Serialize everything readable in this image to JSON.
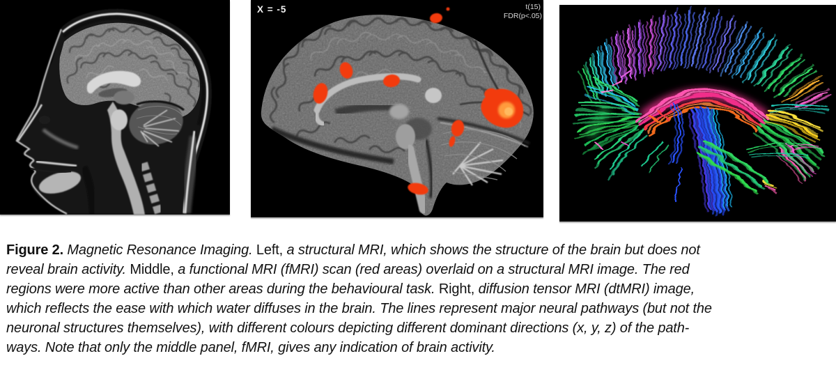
{
  "figure": {
    "fmri_overlay": {
      "slice_label": "X = -5",
      "stat_line_1": "t(15)",
      "stat_line_2": "FDR(p<.05)",
      "activation_color": "#f23a0d",
      "activation_core_color": "#ff9b3d"
    },
    "colors": {
      "page_bg": "#ffffff",
      "panel_bg": "#000000",
      "caption_text": "#121212",
      "mri_gray": "#8a8a8a"
    },
    "dti_palette": [
      "#f02f8a",
      "#f03a44",
      "#f06a1f",
      "#4b5be0",
      "#8a5bee",
      "#c84fd8",
      "#2fc8e8",
      "#2ad398",
      "#2fd96a",
      "#ffe23c"
    ]
  },
  "caption": {
    "lines": [
      {
        "runs": [
          {
            "t": "Figure 2."
          },
          {
            "t": " Magnetic Resonance Imaging. "
          },
          {
            "t": "Left,"
          },
          {
            "t": " a structural MRI, which shows the structure of the brain but does not"
          }
        ]
      },
      {
        "runs": [
          {
            "t": "reveal brain activity. "
          },
          {
            "t": "Middle,"
          },
          {
            "t": " a functional MRI (fMRI) scan (red areas) overlaid on a structural MRI image. The red"
          }
        ]
      },
      {
        "runs": [
          {
            "t": "regions were more active than other areas during the behavioural task. "
          },
          {
            "t": "Right,"
          },
          {
            "t": " diffusion tensor MRI (dtMRI) image,"
          }
        ]
      },
      {
        "runs": [
          {
            "t": "which reflects the ease with which water diffuses in the brain. The lines represent major neural pathways (but not the"
          }
        ]
      },
      {
        "runs": [
          {
            "t": "neuronal structures themselves), with different colours depicting different dominant directions (x, y, z) of the path-"
          }
        ]
      },
      {
        "runs": [
          {
            "t": "ways. Note that only the middle panel, fMRI, gives any indication of brain activity."
          }
        ]
      }
    ]
  }
}
